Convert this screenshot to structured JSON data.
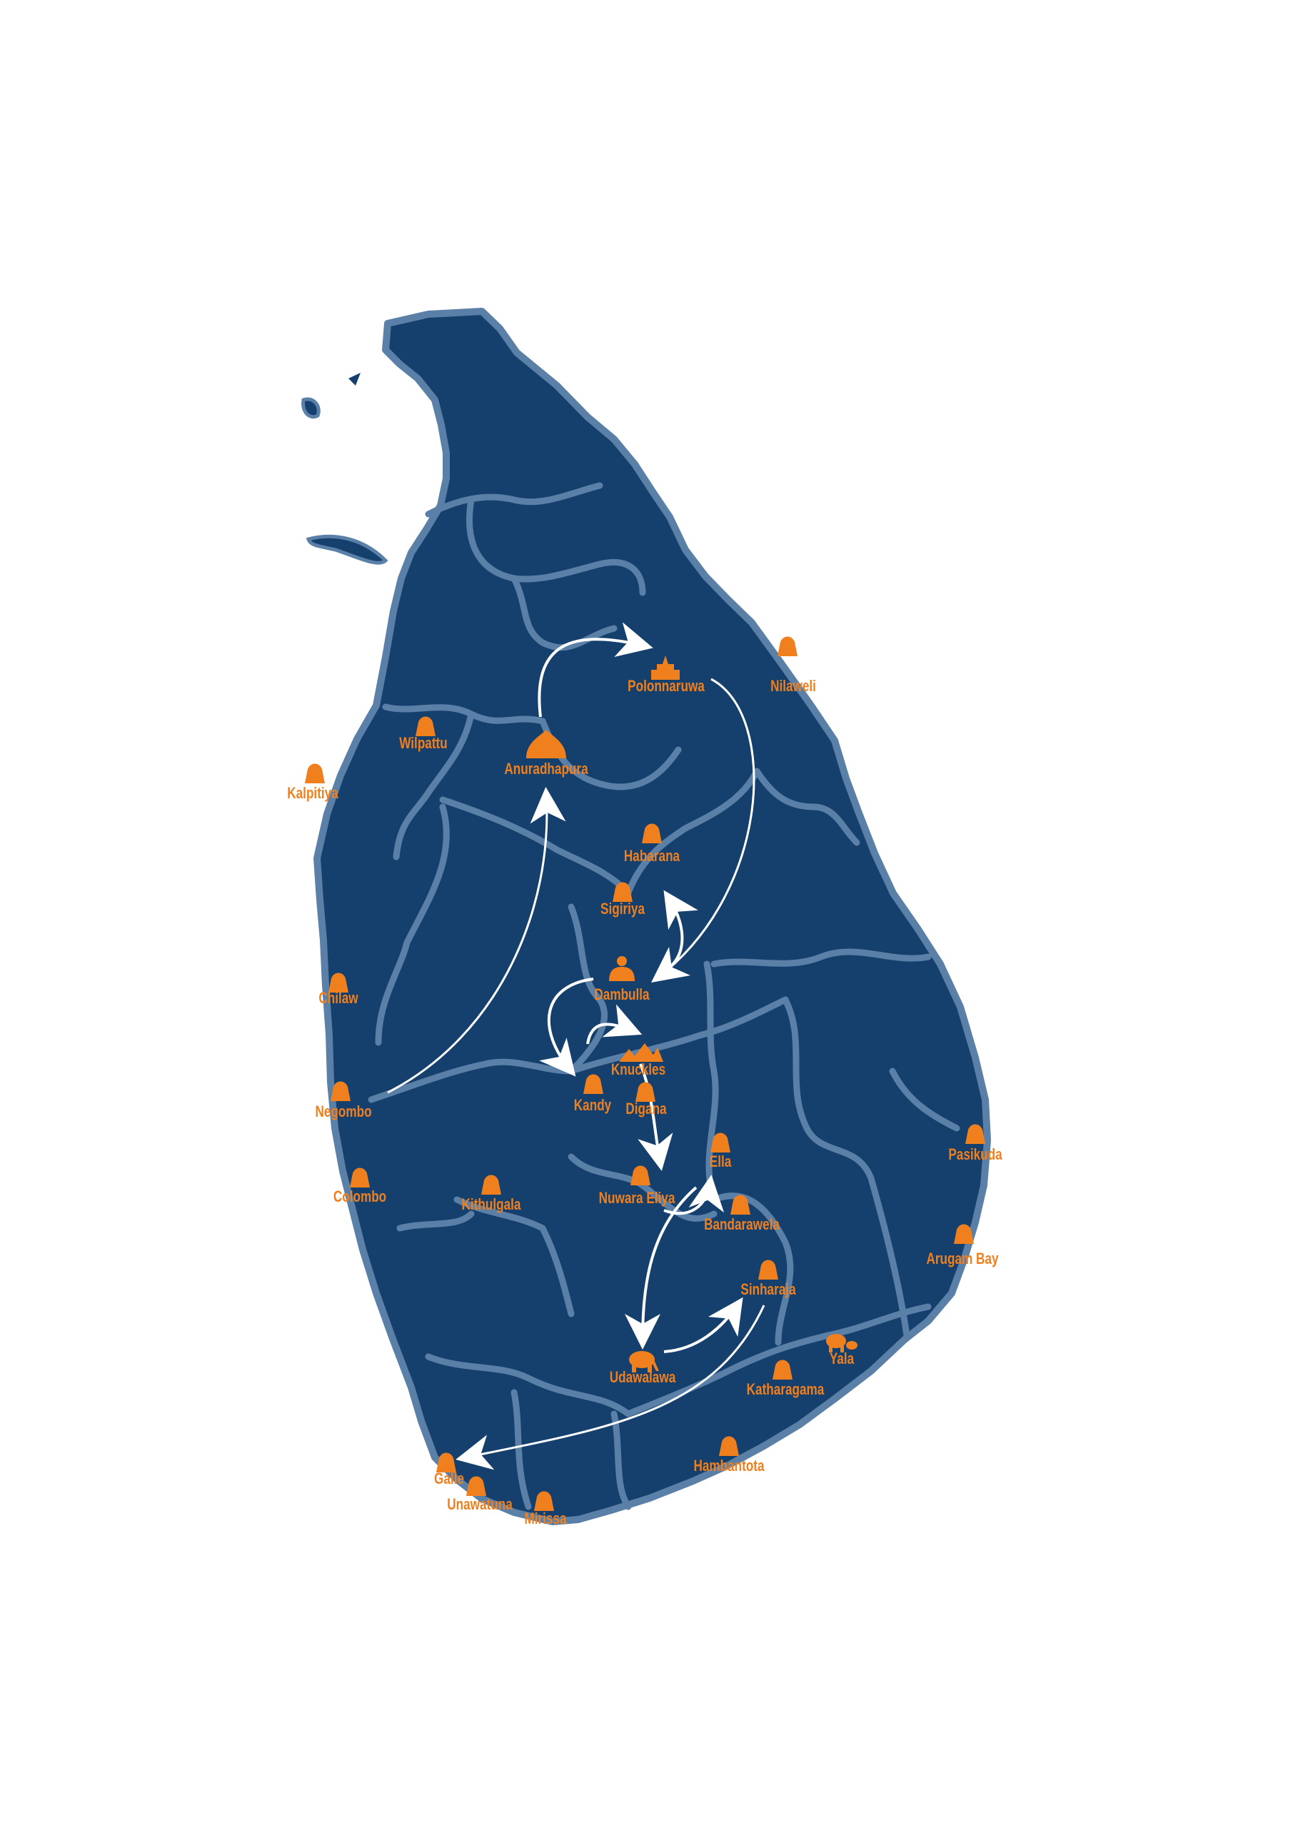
{
  "map": {
    "land_color": "#15406e",
    "border_color": "#5b80a8",
    "accent_color": "#f07f1e",
    "route_color": "#ffffff"
  },
  "locations": [
    {
      "name": "Polonnaruwa",
      "icon": "temple-icon"
    },
    {
      "name": "Nilaweli",
      "icon": "diver-icon"
    },
    {
      "name": "Wilpattu",
      "icon": "leopard-icon"
    },
    {
      "name": "Anuradhapura",
      "icon": "stupa-icon"
    },
    {
      "name": "Kalpitiya",
      "icon": "dolphin-icon"
    },
    {
      "name": "Habarana",
      "icon": "hot-air-balloon-icon"
    },
    {
      "name": "Sigiriya",
      "icon": "rock-fortress-icon"
    },
    {
      "name": "Dambulla",
      "icon": "buddha-icon"
    },
    {
      "name": "Chilaw",
      "icon": "boat-icon"
    },
    {
      "name": "Knuckles",
      "icon": "mountains-icon"
    },
    {
      "name": "Kandy",
      "icon": "dancer-icon"
    },
    {
      "name": "Digana",
      "icon": "meditation-icon"
    },
    {
      "name": "Negombo",
      "icon": "palm-beach-icon"
    },
    {
      "name": "Ella",
      "icon": "bridge-icon"
    },
    {
      "name": "Pasikuda",
      "icon": "hammock-icon"
    },
    {
      "name": "Colombo",
      "icon": "tuk-tuk-icon"
    },
    {
      "name": "Kithulgala",
      "icon": "rafting-icon"
    },
    {
      "name": "Nuwara Eliya",
      "icon": "tea-leaf-icon"
    },
    {
      "name": "Bandarawela",
      "icon": "tea-hills-icon"
    },
    {
      "name": "Arugam Bay",
      "icon": "surfer-icon"
    },
    {
      "name": "Sinharaja",
      "icon": "rainforest-icon"
    },
    {
      "name": "Yala",
      "icon": "elephants-icon"
    },
    {
      "name": "Udawalawa",
      "icon": "elephant-icon"
    },
    {
      "name": "Katharagama",
      "icon": "peacock-icon"
    },
    {
      "name": "Hambantota",
      "icon": "cricket-icon"
    },
    {
      "name": "Galle",
      "icon": "lighthouse-icon"
    },
    {
      "name": "Unawatuna",
      "icon": "beach-chair-icon"
    },
    {
      "name": "Mirissa",
      "icon": "whale-icon"
    }
  ],
  "route": [
    {
      "from": "Anuradhapura",
      "to": "Polonnaruwa"
    },
    {
      "from": "Polonnaruwa",
      "to": "Dambulla"
    },
    {
      "from": "Negombo",
      "to": "Anuradhapura"
    },
    {
      "from": "Dambulla",
      "to": "Sigiriya"
    },
    {
      "from": "Dambulla",
      "to": "Kandy"
    },
    {
      "from": "Kandy",
      "to": "Knuckles"
    },
    {
      "from": "Knuckles",
      "to": "Nuwara Eliya"
    },
    {
      "from": "Nuwara Eliya",
      "to": "Ella"
    },
    {
      "from": "Ella",
      "to": "Udawalawa"
    },
    {
      "from": "Udawalawa",
      "to": "Sinharaja"
    },
    {
      "from": "Sinharaja",
      "to": "Galle"
    }
  ]
}
